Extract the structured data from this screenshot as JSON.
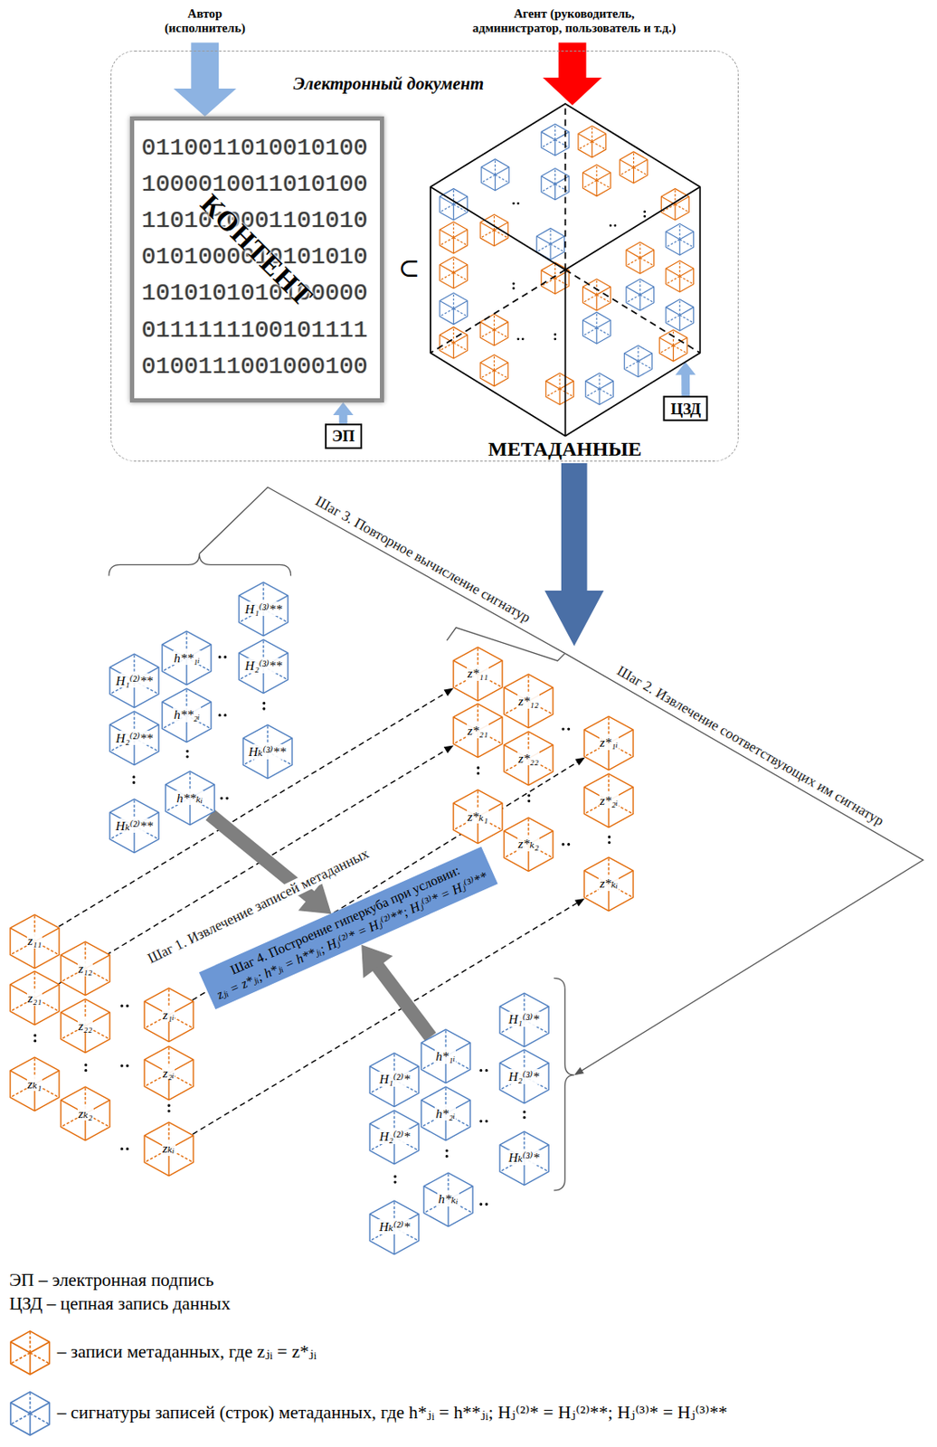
{
  "diagram": {
    "nodes": [
      {
        "text": [
          "Электронный документ"
        ]
      },
      {
        "text": [
          "КОНТЕНТ",
          "0110011010010100 1000010011010100 1101010001101010 0101000010101010 1010101010100000 0111111100101111 0100111001000100"
        ],
        "in": 0
      },
      {
        "text": [
          "ЭП"
        ],
        "in": 0
      },
      {
        "text": [
          "МЕТАДАННЫЕ"
        ],
        "in": 0
      },
      {
        "text": [
          "ЦЗД"
        ],
        "in": 0
      },
      {
        "text": [
          "H₁⁽³⁾**"
        ]
      },
      {
        "text": [
          "h**₁ᵢ"
        ]
      },
      {
        "text": [
          "H₁⁽²⁾**"
        ]
      },
      {
        "text": [
          "H₂⁽³⁾**"
        ]
      },
      {
        "text": [
          "h**₂ᵢ"
        ]
      },
      {
        "text": [
          "H₂⁽²⁾**"
        ]
      },
      {
        "text": [
          "Hₖ⁽³⁾**"
        ]
      },
      {
        "text": [
          "h**ₖᵢ"
        ]
      },
      {
        "text": [
          "Hₖ⁽²⁾**"
        ]
      },
      {
        "text": [
          "z*₁₁"
        ]
      },
      {
        "text": [
          "z*₁₂"
        ]
      },
      {
        "text": [
          "z*₂₁"
        ]
      },
      {
        "text": [
          "z*₂₂"
        ]
      },
      {
        "text": [
          "z*₁ᵢ"
        ]
      },
      {
        "text": [
          "z*₂ᵢ"
        ]
      },
      {
        "text": [
          "z*ₖ₁"
        ]
      },
      {
        "text": [
          "z*ₖ₂"
        ]
      },
      {
        "text": [
          "z*ₖᵢ"
        ]
      },
      {
        "text": [
          "Шаг 4. Построение гиперкуба при условии:",
          "zⱼᵢ = z*ⱼᵢ; h*ⱼᵢ = h**ⱼᵢ; Hⱼ⁽²⁾* = Hⱼ⁽²⁾**; Hⱼ⁽³⁾* = Hⱼ⁽³⁾**"
        ]
      },
      {
        "text": [
          "z₁₁"
        ]
      },
      {
        "text": [
          "z₁₂"
        ]
      },
      {
        "text": [
          "z₂₁"
        ]
      },
      {
        "text": [
          "z₂₂"
        ]
      },
      {
        "text": [
          "z₁ᵢ"
        ]
      },
      {
        "text": [
          "z₂ᵢ"
        ]
      },
      {
        "text": [
          "zₖ₁"
        ]
      },
      {
        "text": [
          "zₖ₂"
        ]
      },
      {
        "text": [
          "zₖᵢ"
        ]
      },
      {
        "text": [
          "H₁⁽³⁾*"
        ]
      },
      {
        "text": [
          "h*₁ᵢ"
        ]
      },
      {
        "text": [
          "H₁⁽²⁾*"
        ]
      },
      {
        "text": [
          "H₂⁽³⁾*"
        ]
      },
      {
        "text": [
          "h*₂ᵢ"
        ]
      },
      {
        "text": [
          "H₂⁽²⁾*"
        ]
      },
      {
        "text": [
          "Hₖ⁽³⁾*"
        ]
      },
      {
        "text": [
          "h*ₖᵢ"
        ]
      },
      {
        "text": [
          "Hₖ⁽²⁾*"
        ]
      }
    ],
    "edges": [
      {
        "from": 2,
        "to": 1,
        "arrow": "to"
      },
      {
        "from": 4,
        "to": 3,
        "arrow": "to"
      },
      {
        "from": 24,
        "to": 14,
        "arrow": "to"
      },
      {
        "from": 26,
        "to": 16,
        "arrow": "to"
      },
      {
        "from": 28,
        "to": 18,
        "arrow": "to"
      },
      {
        "from": 32,
        "to": 22,
        "arrow": "to"
      },
      {
        "from": 12,
        "to": 23,
        "arrow": "to"
      },
      {
        "from": 34,
        "to": 23,
        "arrow": "to"
      }
    ],
    "labels": [
      "Автор (исполнитель)",
      "Агент (руководитель, администратор, пользователь и т.д.)",
      "⊂",
      "Шаг 3. Повторное вычисление сигнатур",
      "Шаг 2. Извлечение соответствующих им сигнатур",
      "Шаг 1. Извлечение записей метаданных"
    ],
    "legend": [
      {
        "text": "ЭП – электронная подпись"
      },
      {
        "text": "ЦЗД – цепная запись данных"
      },
      {
        "text": "– записи метаданных, где zⱼᵢ = z*ⱼᵢ"
      },
      {
        "text": "– сигнатуры записей (строк) метаданных, где h*ⱼᵢ = h**ⱼᵢ; Hⱼ⁽²⁾* = Hⱼ⁽²⁾**; Hⱼ⁽³⁾* = Hⱼ⁽³⁾**"
      }
    ]
  }
}
